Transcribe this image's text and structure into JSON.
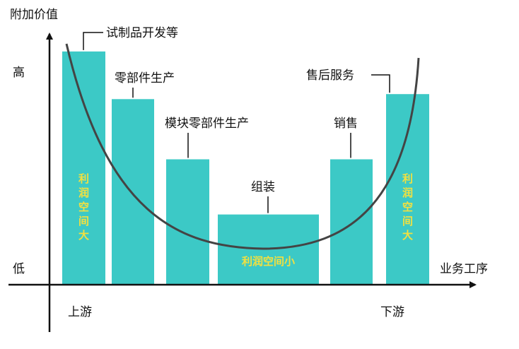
{
  "chart_data": {
    "type": "bar",
    "ylabel": "附加价值",
    "xlabel": "业务工序",
    "y_tick_high": "高",
    "y_tick_low": "低",
    "x_tick_left": "上游",
    "x_tick_right": "下游",
    "categories": [
      "试制品开发等",
      "零部件生产",
      "模块零部件生产",
      "组装",
      "销售",
      "售后服务"
    ],
    "values": [
      9.3,
      7.4,
      5.0,
      2.8,
      5.0,
      7.6
    ],
    "ylim": [
      0,
      10
    ],
    "bar_color": "#3cc9c6",
    "bar_text": [
      "利润空间大",
      "",
      "",
      "利润空间小",
      "",
      "利润空间大"
    ],
    "bar_text_color": "#f2e040",
    "curve": "smile-curve",
    "grid": false
  }
}
